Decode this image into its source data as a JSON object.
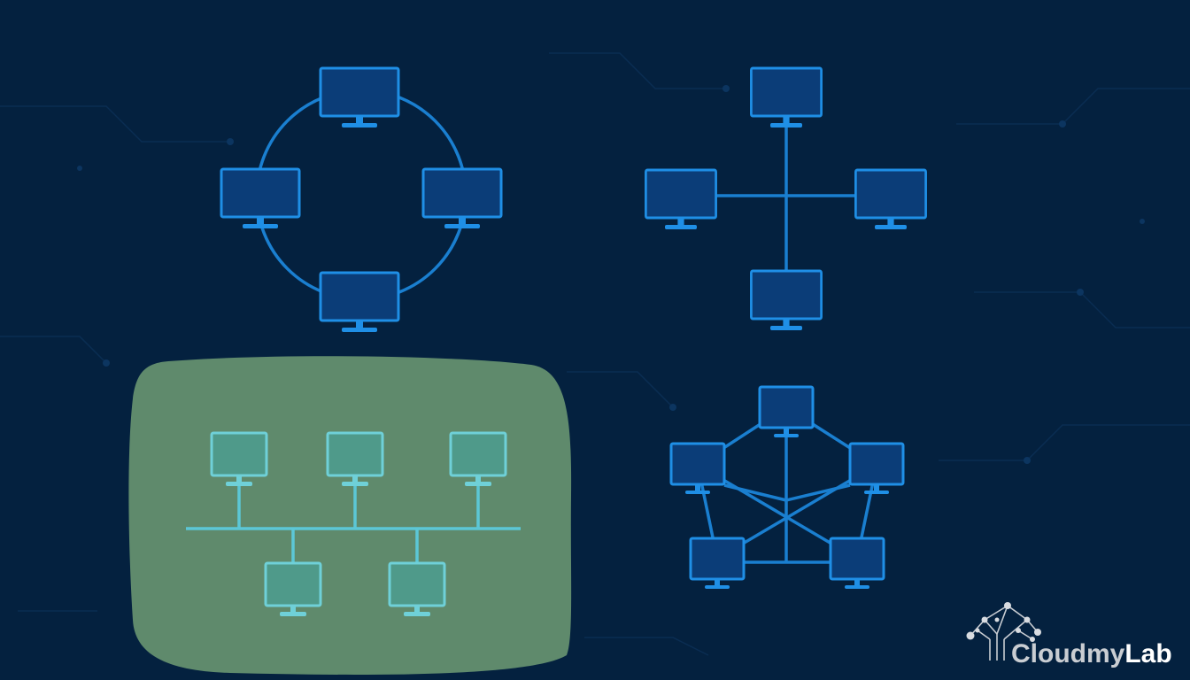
{
  "diagram": {
    "topologies": [
      {
        "id": "ring",
        "nodes": 4
      },
      {
        "id": "star",
        "nodes": 4
      },
      {
        "id": "bus",
        "nodes": 5,
        "highlighted": true
      },
      {
        "id": "mesh",
        "nodes": 5
      }
    ]
  },
  "brand": {
    "name_part1": "Cloudmy",
    "name_part2": "Lab",
    "logo_icon": "network-tree-icon"
  },
  "colors": {
    "background": "#04213f",
    "node_blue": "#1f8fe6",
    "highlight_green": "#5f8a6c",
    "bus_cyan": "#6fd0d8"
  }
}
